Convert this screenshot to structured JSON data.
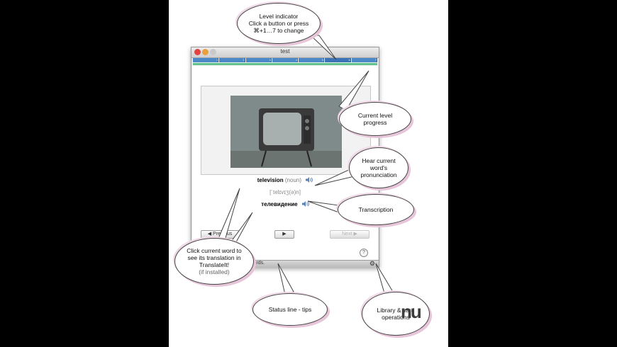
{
  "window": {
    "title": "test",
    "levels": [
      "1",
      "2",
      "3",
      "4",
      "5",
      "6",
      "7"
    ],
    "level_progress_pct": 100
  },
  "card": {
    "word": "television",
    "part_of_speech": "(noun)",
    "transcription": "[ˈtelɪvɪʒ(ə)n]",
    "translation": "телевидение"
  },
  "buttons": {
    "previous": "Previous",
    "next": "Next",
    "help": "?"
  },
  "status": {
    "text": "cards."
  },
  "callouts": {
    "level_indicator": [
      "Level indicator",
      "Click a button or press",
      "⌘+1…7 to change"
    ],
    "current_level_progress": [
      "Current level",
      "progress"
    ],
    "hear_pronunciation": [
      "Hear current",
      "word's",
      "pronunciation"
    ],
    "transcription": [
      "Transcription"
    ],
    "translation_tip": [
      "Click current word to",
      "see its translation in",
      "TranslateIt!"
    ],
    "translation_tip_note": "(if installed)",
    "status_line": [
      "Status line - tips"
    ],
    "library_ops": [
      "Library & card",
      "operations"
    ]
  },
  "colors": {
    "level_bar": "#4a88c8",
    "progress_bar": "#5ec48a",
    "callout_shadow": "#e7c5d9"
  },
  "icons": [
    "close-icon",
    "minimize-icon",
    "zoom-icon",
    "speaker-icon",
    "play-icon",
    "gear-icon",
    "help-icon",
    "previous-arrow-icon",
    "next-arrow-icon"
  ],
  "watermark": "nu"
}
